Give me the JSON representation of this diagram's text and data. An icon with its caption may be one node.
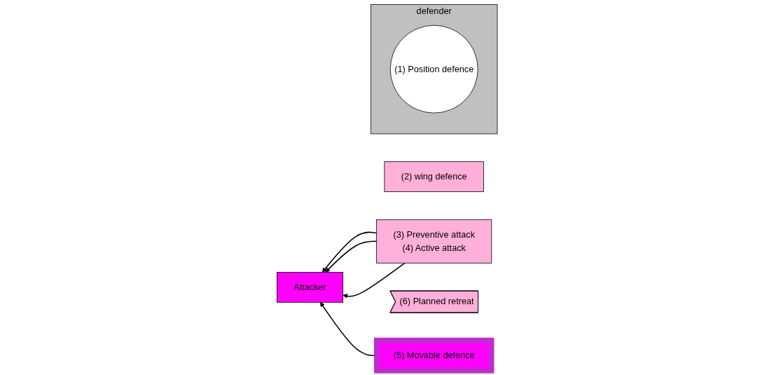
{
  "diagram": {
    "nodes": [
      {
        "text": [
          "(2) wing defence"
        ]
      },
      {
        "text": [
          "Attacker"
        ]
      },
      {
        "text": [
          "(3) Preventive attack",
          "(4) Active attack"
        ]
      },
      {
        "text": [
          "defender"
        ]
      },
      {
        "text": [
          "(1) Position defence"
        ],
        "in": 3
      },
      {
        "text": [
          "(6) Planned retreat"
        ]
      },
      {
        "text": [
          "(5) Movable defence"
        ]
      }
    ],
    "edges": [
      {
        "from": 2,
        "to": 1,
        "arrow": "to"
      },
      {
        "from": 2,
        "to": 1,
        "arrow": "to"
      },
      {
        "from": 2,
        "to": 1,
        "arrow": "to"
      },
      {
        "from": 6,
        "to": 1,
        "arrow": "to"
      }
    ]
  }
}
